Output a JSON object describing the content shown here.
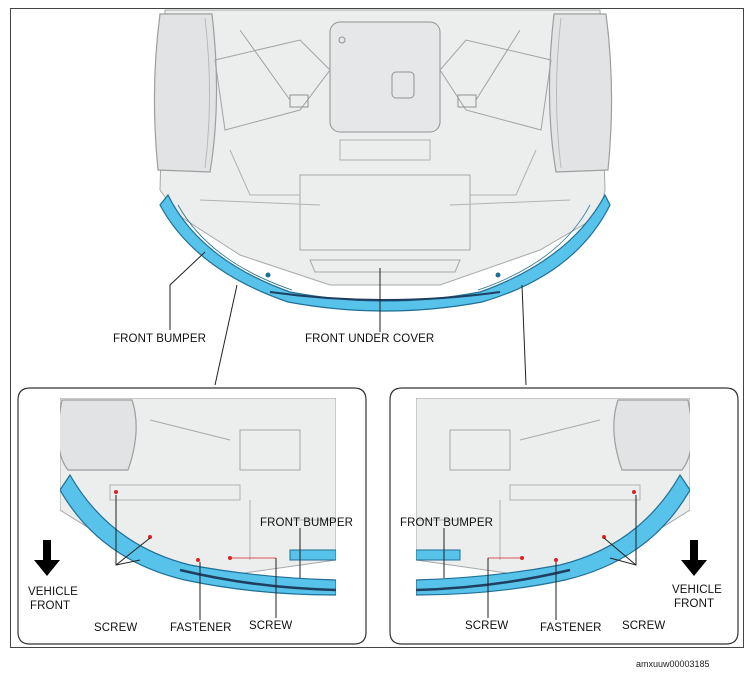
{
  "colors": {
    "bumper": "#57c3ea",
    "bumper_dark": "#1f6f96",
    "chassis_fill": "#e9eaeb",
    "chassis_line": "#9a9c9e"
  },
  "labels": {
    "main_front_bumper": "FRONT BUMPER",
    "main_front_under_cover": "FRONT UNDER COVER",
    "left_front_bumper": "FRONT BUMPER",
    "left_vehicle_front_line1": "VEHICLE",
    "left_vehicle_front_line2": "FRONT",
    "left_screw_1": "SCREW",
    "left_fastener": "FASTENER",
    "left_screw_2": "SCREW",
    "right_front_bumper": "FRONT BUMPER",
    "right_vehicle_front_line1": "VEHICLE",
    "right_vehicle_front_line2": "FRONT",
    "right_screw_1": "SCREW",
    "right_fastener": "FASTENER",
    "right_screw_2": "SCREW"
  },
  "figure_code": "amxuuw00003185",
  "icons": [
    "arrow-down-icon"
  ]
}
